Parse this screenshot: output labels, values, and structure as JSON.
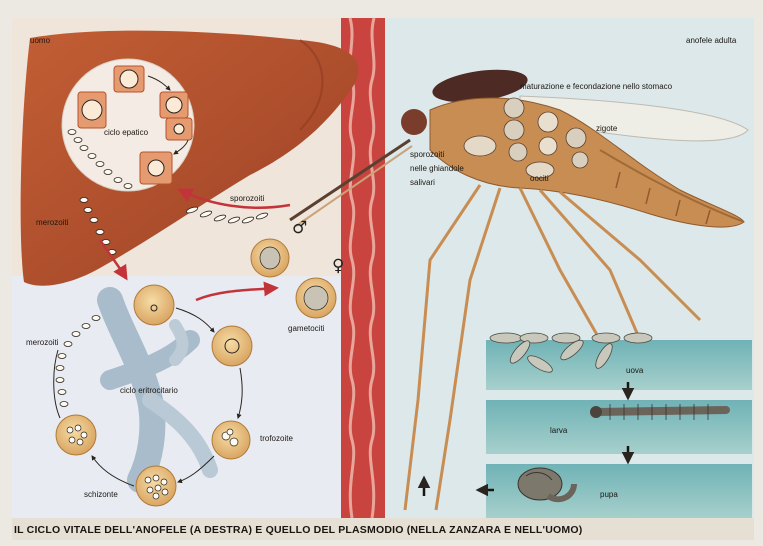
{
  "labels": {
    "uomo": "uomo",
    "anofele_adulta": "anofele adulta",
    "maturazione": "maturazione e fecondazione nello stomaco",
    "zigote": "zigote",
    "oociti": "oociti",
    "sporozoiti_ghiandole_1": "sporozoiti",
    "sporozoiti_ghiandole_2": "nelle ghiandole",
    "sporozoiti_ghiandole_3": "salivari",
    "ciclo_epatico": "ciclo epatico",
    "sporozoiti": "sporozoiti",
    "merozoiti_top": "merozoiti",
    "merozoiti_left": "merozoiti",
    "gametociti": "gametociti",
    "ciclo_eritrocitario": "ciclo eritrocitario",
    "trofozoite": "trofozoite",
    "schizonte": "schizonte",
    "uova": "uova",
    "larva": "larva",
    "pupa": "pupa",
    "male_symbol": "♂",
    "female_symbol": "♀"
  },
  "caption": "IL CICLO VITALE DELL'ANOFELE (A DESTRA) E QUELLO DEL PLASMODIO (NELLA ZANZARA E NELL'UOMO)",
  "colors": {
    "liver": "#b4522e",
    "cell_yellow": "#ecc383",
    "vein": "#a9bccb",
    "skin": "#c43a3e",
    "water": "#88bfbf",
    "mosquito": "#c0844a",
    "arrow_red": "#c3343a"
  }
}
